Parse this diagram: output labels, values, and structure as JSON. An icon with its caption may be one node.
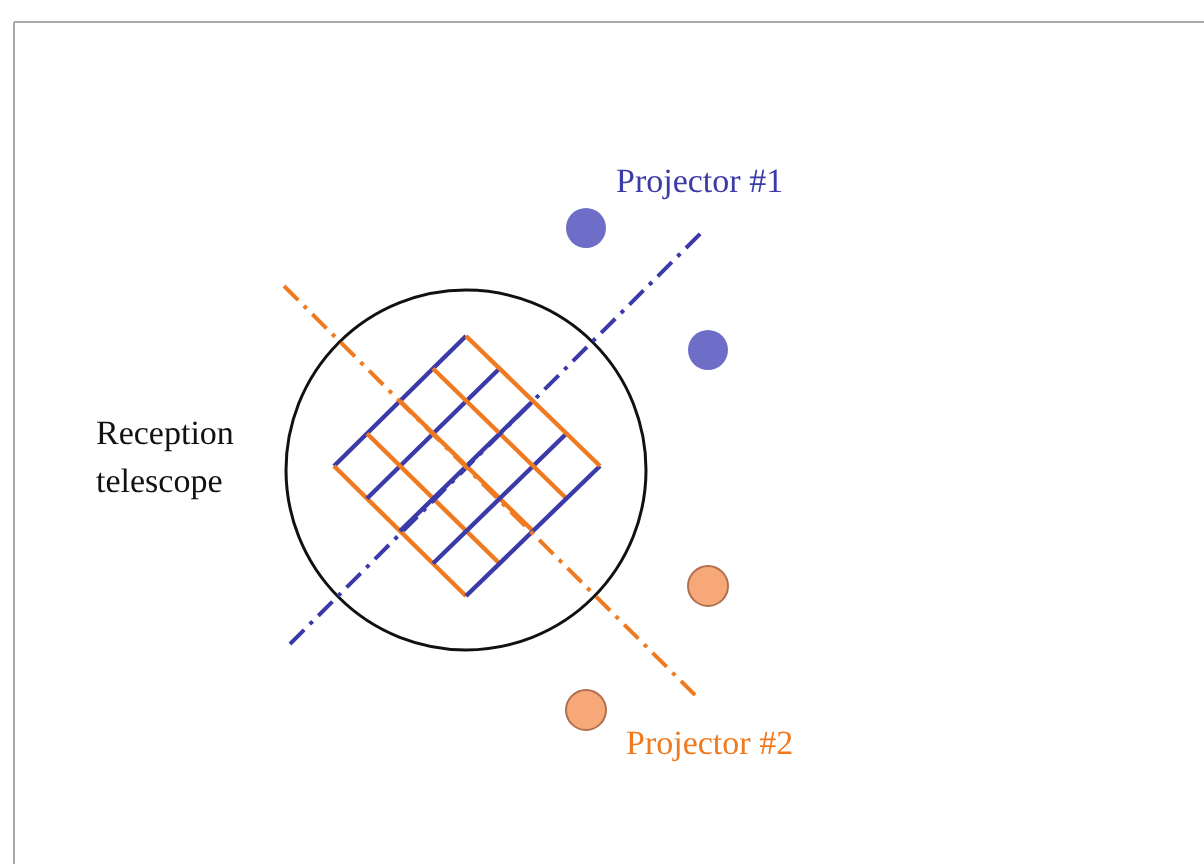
{
  "diagram": {
    "labels": [
      "Projector #1",
      "Reception telescope",
      "Projector #2"
    ]
  }
}
